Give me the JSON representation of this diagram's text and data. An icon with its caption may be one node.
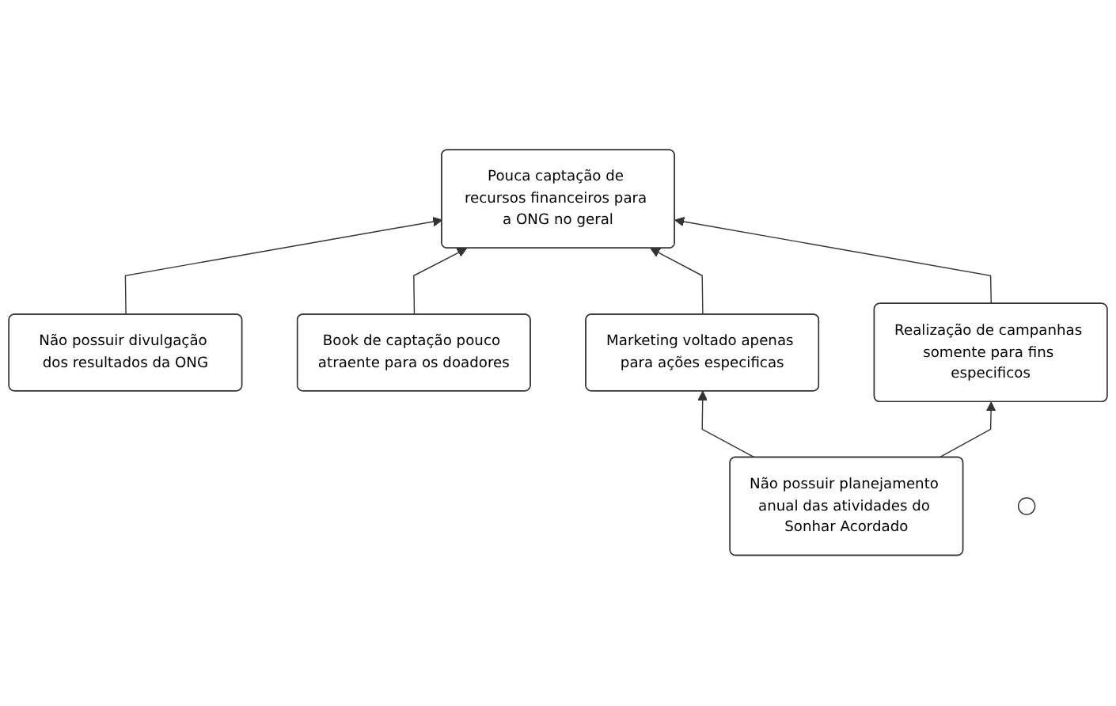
{
  "diagram": {
    "nodes": [
      {
        "text": [
          "Pouca captação de recursos financeiros para a ONG no geral"
        ]
      },
      {
        "text": [
          "Não possuir divulgação dos resultados da ONG"
        ]
      },
      {
        "text": [
          "Book de captação pouco atraente para os doadores"
        ]
      },
      {
        "text": [
          "Marketing voltado apenas para ações especificas"
        ]
      },
      {
        "text": [
          "Realização de campanhas somente para fins especificos"
        ]
      },
      {
        "text": [
          "Não possuir planejamento anual das atividades do Sonhar Acordado"
        ]
      },
      {
        "text": [],
        "shape": "ellipse"
      }
    ],
    "edges": [
      {
        "from": 1,
        "to": 0,
        "arrow": "to"
      },
      {
        "from": 2,
        "to": 0,
        "arrow": "to"
      },
      {
        "from": 3,
        "to": 0,
        "arrow": "to"
      },
      {
        "from": 4,
        "to": 0,
        "arrow": "to"
      },
      {
        "from": 5,
        "to": 3,
        "arrow": "to"
      },
      {
        "from": 5,
        "to": 4,
        "arrow": "to"
      }
    ]
  }
}
